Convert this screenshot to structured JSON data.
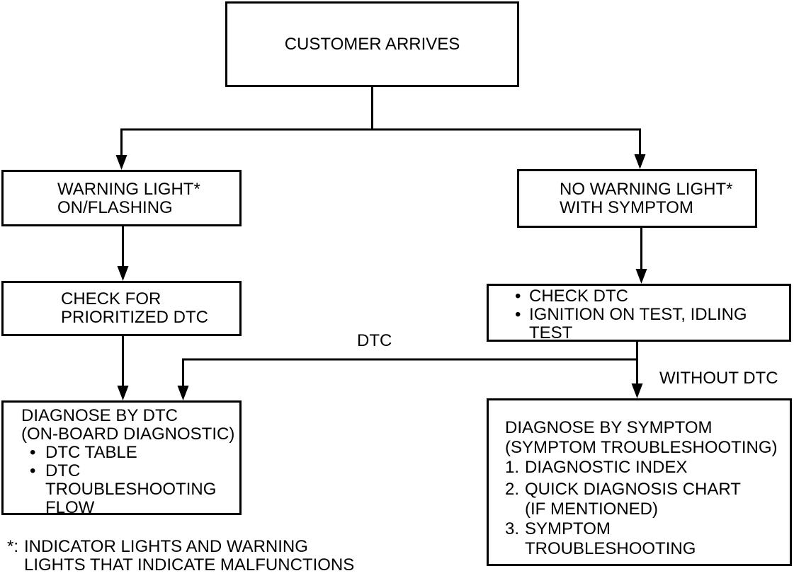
{
  "nodes": {
    "customer_arrives": {
      "lines": [
        "CUSTOMER ARRIVES"
      ]
    },
    "warning_light": {
      "lines": [
        "WARNING LIGHT*",
        "ON/FLASHING"
      ]
    },
    "check_prioritized_dtc": {
      "lines": [
        "CHECK FOR",
        "PRIORITIZED DTC"
      ]
    },
    "diagnose_by_dtc": {
      "lines": [
        "DIAGNOSE BY DTC",
        "(ON-BOARD DIAGNOSTIC)"
      ],
      "bullet_items": [
        {
          "marker": "•",
          "lines": [
            "DTC TABLE"
          ]
        },
        {
          "marker": "•",
          "lines": [
            "DTC",
            "TROUBLESHOOTING",
            "FLOW"
          ]
        }
      ]
    },
    "no_warning_light": {
      "lines": [
        "NO WARNING LIGHT*",
        "WITH SYMPTOM"
      ]
    },
    "check_dtc": {
      "bullet_items": [
        {
          "marker": "•",
          "lines": [
            "CHECK DTC"
          ]
        },
        {
          "marker": "•",
          "lines": [
            "IGNITION ON TEST, IDLING",
            "TEST"
          ]
        }
      ]
    },
    "diagnose_by_symptom": {
      "lines": [
        "DIAGNOSE BY SYMPTOM",
        "(SYMPTOM TROUBLESHOOTING)"
      ],
      "numbered_items": [
        {
          "number": "1.",
          "lines": [
            "DIAGNOSTIC INDEX"
          ]
        },
        {
          "number": "2.",
          "lines": [
            "QUICK DIAGNOSIS CHART",
            "(IF MENTIONED)"
          ]
        },
        {
          "number": "3.",
          "lines": [
            "SYMPTOM",
            "TROUBLESHOOTING"
          ]
        }
      ]
    }
  },
  "edge_labels": {
    "dtc": "DTC",
    "without_dtc": "WITHOUT DTC"
  },
  "footnote": {
    "marker": "*:",
    "lines": [
      "INDICATOR LIGHTS AND WARNING",
      "LIGHTS THAT INDICATE MALFUNCTIONS"
    ]
  },
  "colors": {
    "line": "#000000",
    "background": "#ffffff",
    "text": "#000000"
  }
}
